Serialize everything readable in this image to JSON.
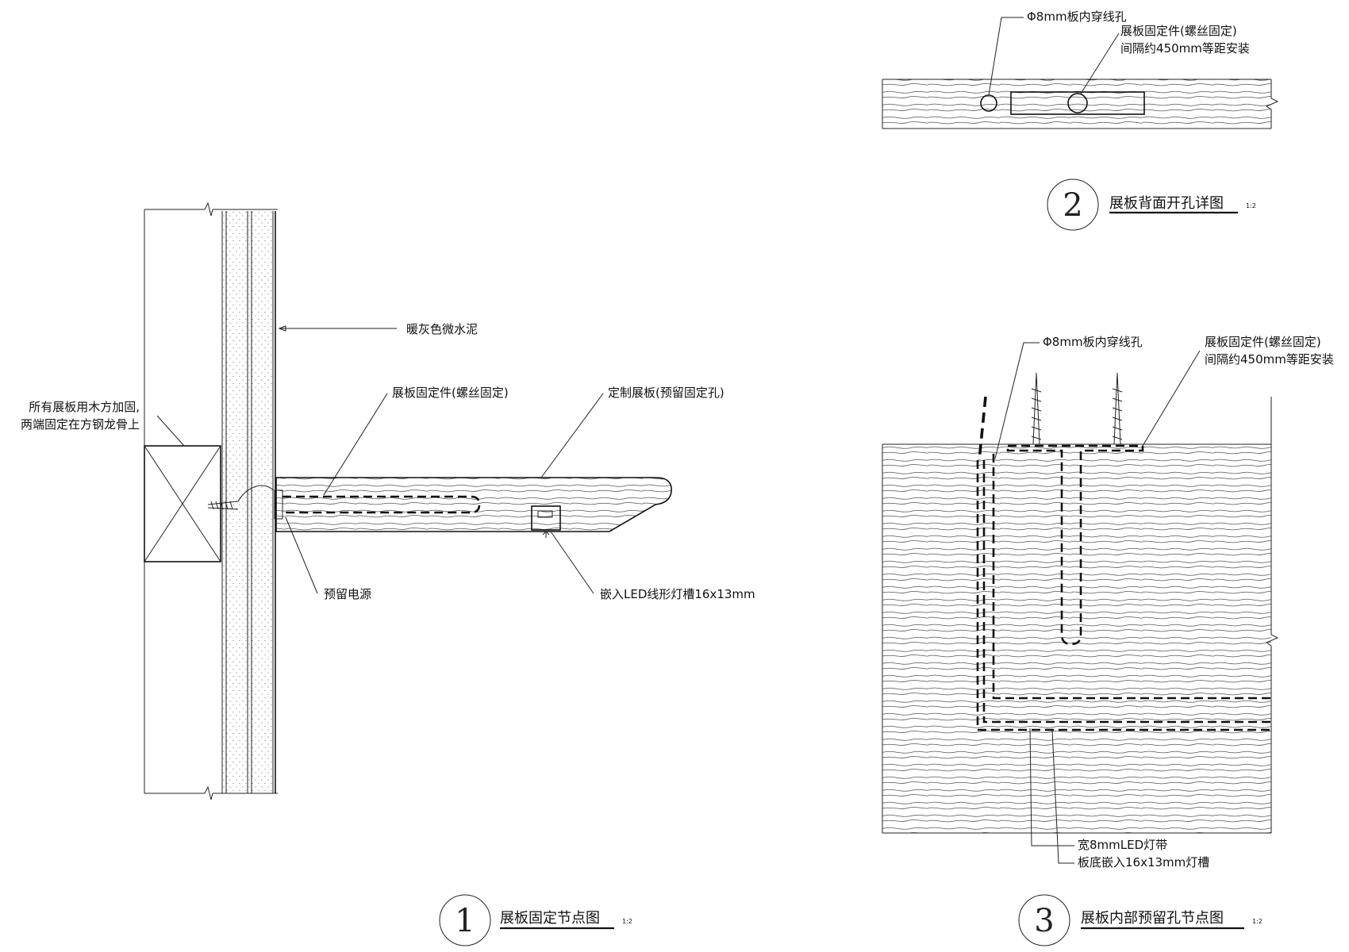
{
  "details": [
    {
      "number": "1",
      "title": "展板固定节点图",
      "scale": "1:2",
      "labels": {
        "cement": "暖灰色微水泥",
        "wood_reinforce_line1": "所有展板用木方加固,",
        "wood_reinforce_line2": "两端固定在方钢龙骨上",
        "fixing": "展板固定件(螺丝固定)",
        "panel": "定制展板(预留固定孔)",
        "power": "预留电源",
        "led_slot": "嵌入LED线形灯槽16x13mm"
      }
    },
    {
      "number": "2",
      "title": "展板背面开孔详图",
      "scale": "1:2",
      "labels": {
        "hole": "Φ8mm板内穿线孔",
        "fixing_line1": "展板固定件(螺丝固定)",
        "fixing_line2": "间隔约450mm等距安装"
      }
    },
    {
      "number": "3",
      "title": "展板内部预留孔节点图",
      "scale": "1:2",
      "labels": {
        "hole": "Φ8mm板内穿线孔",
        "fixing_line1": "展板固定件(螺丝固定)",
        "fixing_line2": "间隔约450mm等距安装",
        "led_strip": "宽8mmLED灯带",
        "slot": "板底嵌入16x13mm灯槽"
      }
    }
  ]
}
